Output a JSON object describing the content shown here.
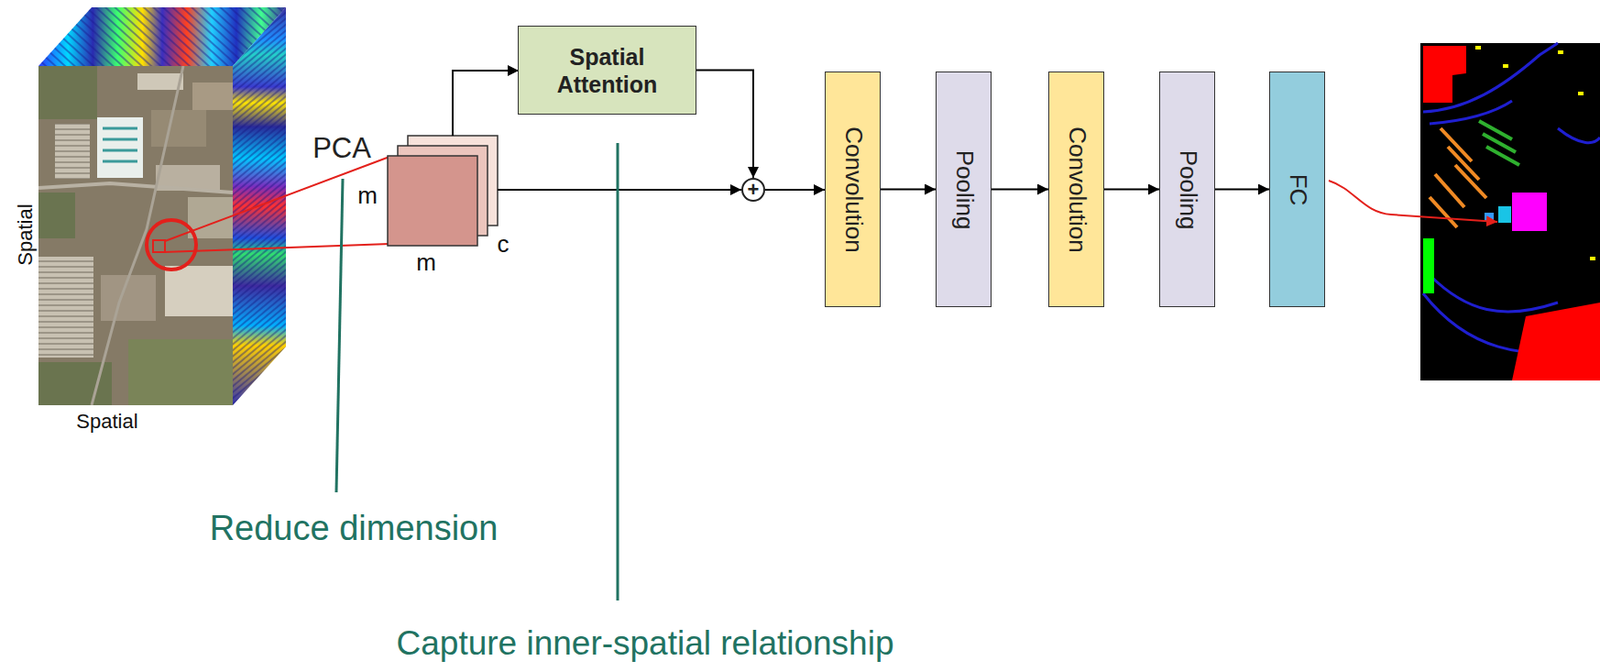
{
  "diagram": {
    "nodes": [
      {
        "text": [
          "Spatial Attention"
        ]
      },
      {
        "text": [
          "+"
        ]
      },
      {
        "text": [
          "Convolution"
        ]
      },
      {
        "text": [
          "Pooling"
        ]
      },
      {
        "text": [
          "Convolution"
        ]
      },
      {
        "text": [
          "Pooling"
        ]
      },
      {
        "text": [
          "FC"
        ]
      }
    ],
    "edges": [
      {
        "from": 0,
        "to": 1,
        "arrow": "to"
      },
      {
        "from": 1,
        "to": 2,
        "arrow": "to"
      },
      {
        "from": 2,
        "to": 3,
        "arrow": "to"
      },
      {
        "from": 3,
        "to": 4,
        "arrow": "to"
      },
      {
        "from": 4,
        "to": 5,
        "arrow": "to"
      },
      {
        "from": 5,
        "to": 6,
        "arrow": "to"
      }
    ],
    "labels": [
      "Spatial",
      "Spatial",
      "PCA",
      "m",
      "m",
      "c",
      "Reduce dimension",
      "Capture inner-spatial relationship"
    ]
  }
}
